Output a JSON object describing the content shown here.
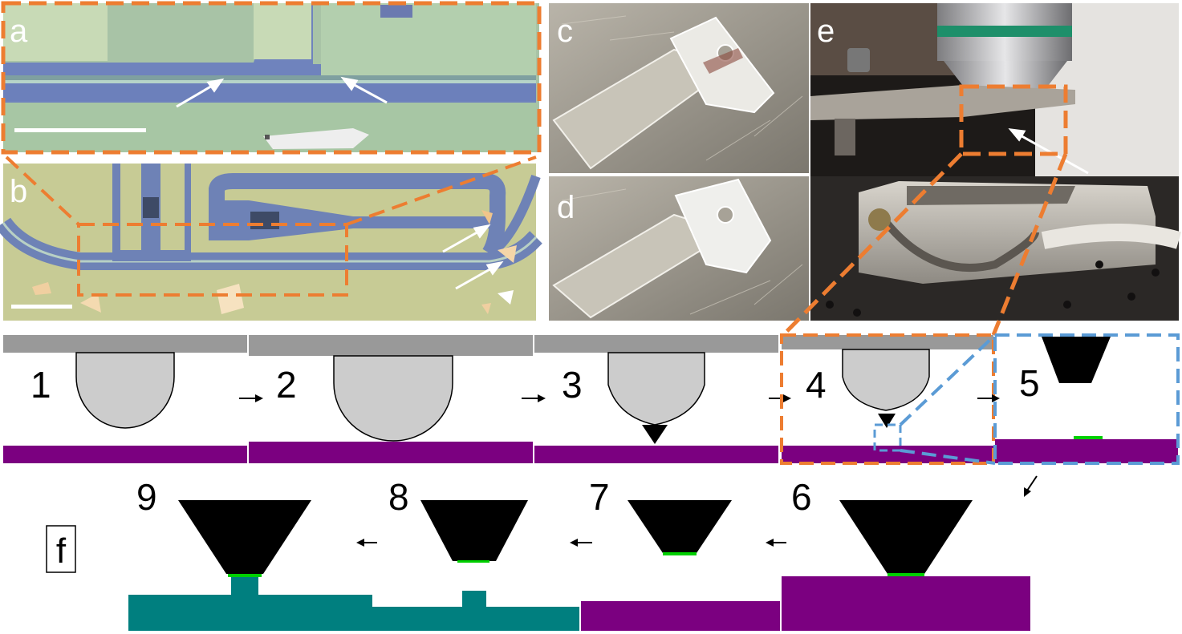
{
  "panels": {
    "a": "a",
    "b": "b",
    "c": "c",
    "d": "d",
    "e": "e",
    "f": "f"
  },
  "steps": [
    "1",
    "2",
    "3",
    "4",
    "5",
    "6",
    "7",
    "8",
    "9"
  ],
  "colors": {
    "zoom_box": "#ed7d31",
    "zoom_box_blue": "#5b9bd5",
    "substrate_purple": "#7b0080",
    "substrate_teal": "#007f7f",
    "polymer_grey": "#cccccc",
    "slide_grey": "#999999",
    "tip_black": "#000000",
    "flake_green": "#00d000"
  }
}
